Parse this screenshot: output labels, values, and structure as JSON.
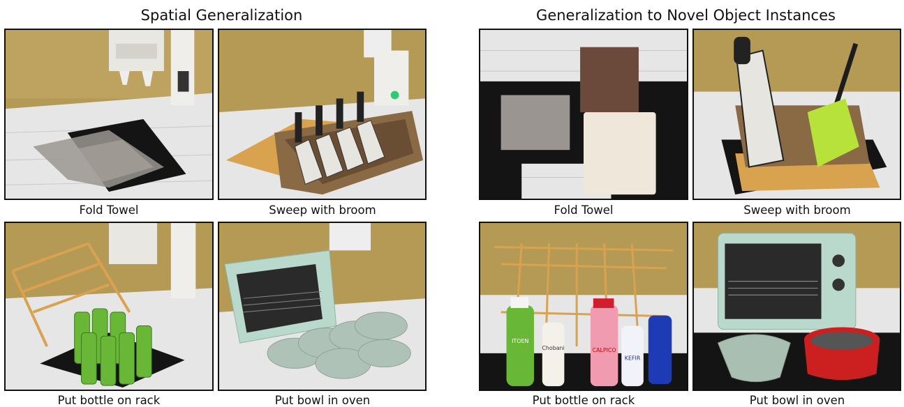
{
  "left_section": {
    "title": "Spatial Generalization",
    "captions": [
      "Fold Towel",
      "Sweep with broom",
      "Put bottle on rack",
      "Put bowl in oven"
    ]
  },
  "right_section": {
    "title": "Generalization to Novel Object Instances",
    "captions": [
      "Fold Towel",
      "Sweep with broom",
      "Put bottle on rack",
      "Put bowl in oven"
    ]
  },
  "bottle_labels": [
    "ITOEN",
    "Chobani",
    "CALPICO",
    "KEFIR"
  ],
  "colors": {
    "wall": "#b59a55",
    "counter": "#e6e6e6",
    "mat": "#141414",
    "towel_gray": "#9a9590",
    "towel_brown": "#6b4a3c",
    "towel_cream": "#efe7da",
    "broom_green": "#b7e23a",
    "bamboo": "#d9a24f",
    "bottle_green": "#69b737",
    "oven_mint": "#b9d9cc",
    "bowl_sage": "#a9bfb2",
    "pot_red": "#cc1f1f"
  }
}
